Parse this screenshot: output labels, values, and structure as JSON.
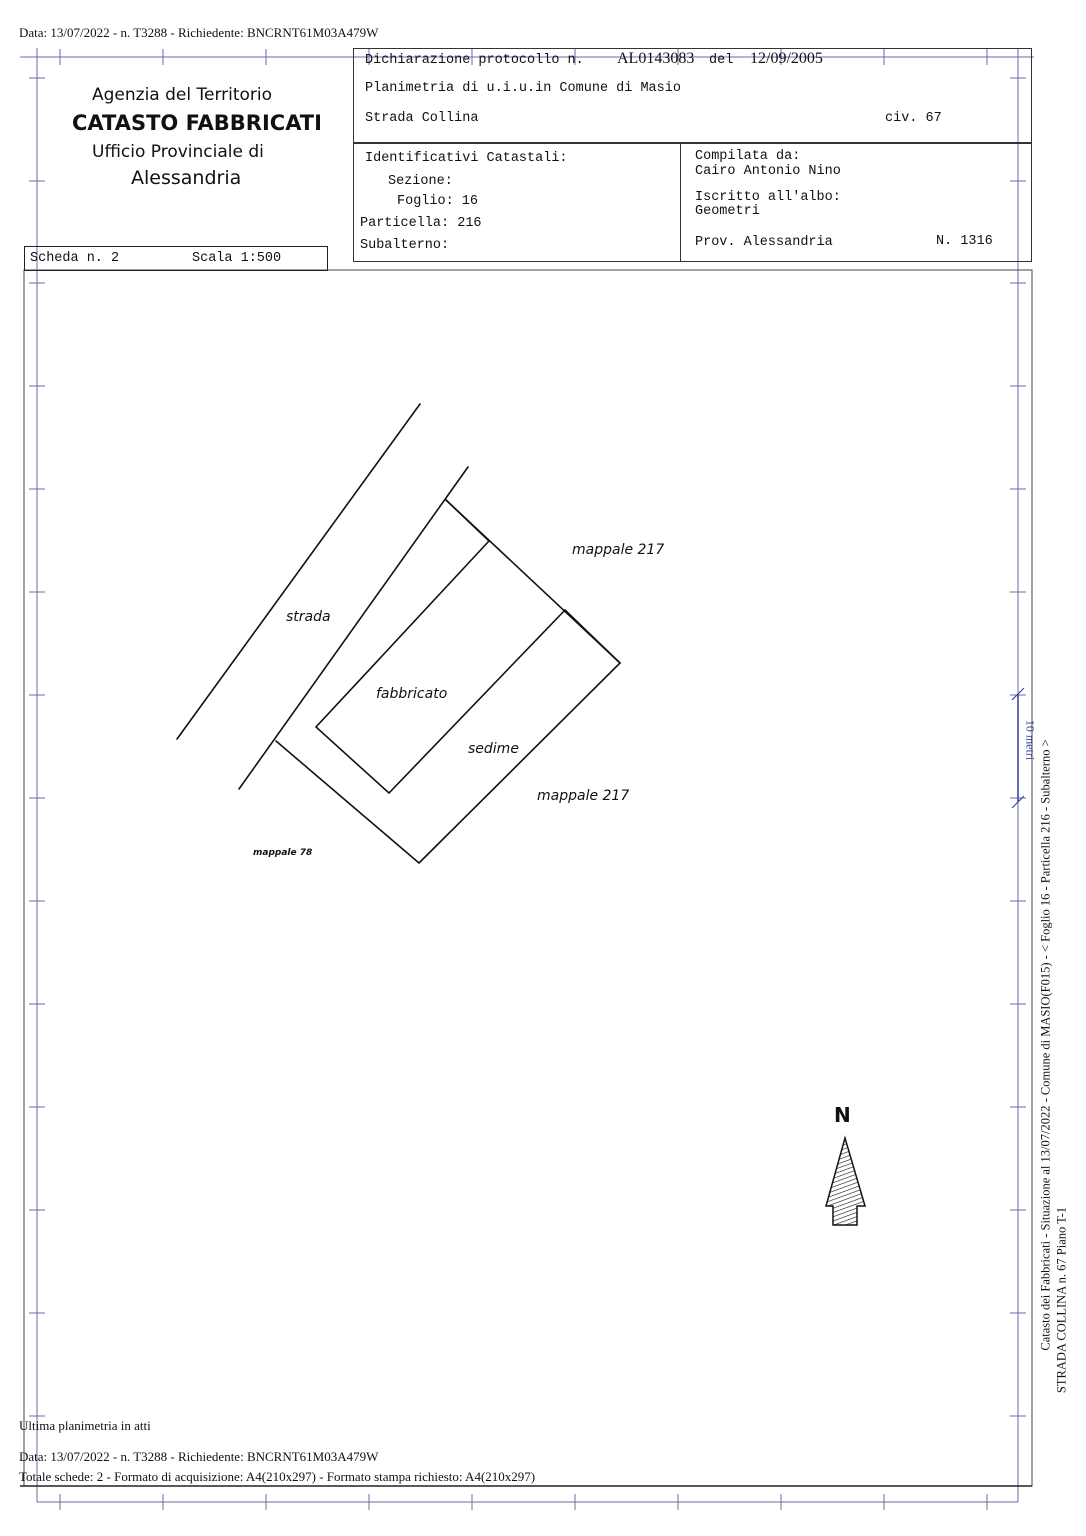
{
  "header": {
    "top_line": "Data: 13/07/2022 - n. T3288 - Richiedente: BNCRNT61M03A479W"
  },
  "office": {
    "agency": "Agenzia del Territorio",
    "catasto": "CATASTO FABBRICATI",
    "ufficio": "Ufficio Provinciale di",
    "city": "Alessandria"
  },
  "declaration": {
    "prefix": "Dichiarazione protocollo n.",
    "protocol": "AL0143083",
    "del_label": "del",
    "date": "12/09/2005",
    "planimetria": "Planimetria di u.i.u.in Comune di Masio",
    "street": "Strada Collina",
    "civ": "civ. 67"
  },
  "identifiers": {
    "title": "Identificativi Catastali:",
    "sezione": "Sezione:",
    "foglio": "Foglio: 16",
    "particella": "Particella: 216",
    "subalterno": "Subalterno:"
  },
  "compiler": {
    "label": "Compilata da:",
    "name": "Cairo Antonio Nino",
    "albo_label": "Iscritto all'albo:",
    "albo": "Geometri",
    "prov": "Prov. Alessandria",
    "number": "N.  1316"
  },
  "scheda": {
    "label": "Scheda n. 2",
    "scale": "Scala 1:500"
  },
  "drawing": {
    "strada": "strada",
    "fabbricato": "fabbricato",
    "sedime": "sedime",
    "mappale_217_top": "mappale 217",
    "mappale_217_bottom": "mappale 217",
    "mappale_78": "mappale 78",
    "north": "N",
    "ruler": "10 metri"
  },
  "side_text": {
    "line1": "Catasto dei Fabbricati - Situazione al 13/07/2022 - Comune di MASIO(F015) - < Foglio 16 - Particella  216 - Subalterno  >",
    "line2": "STRADA COLLINA n. 67 Piano T-1"
  },
  "footer": {
    "ultima": "Ultima planimetria in atti",
    "data_line": "Data: 13/07/2022 - n. T3288 - Richiedente: BNCRNT61M03A479W",
    "totale": "Totale schede: 2 - Formato di acquisizione: A4(210x297)  - Formato stampa richiesto: A4(210x297)"
  }
}
